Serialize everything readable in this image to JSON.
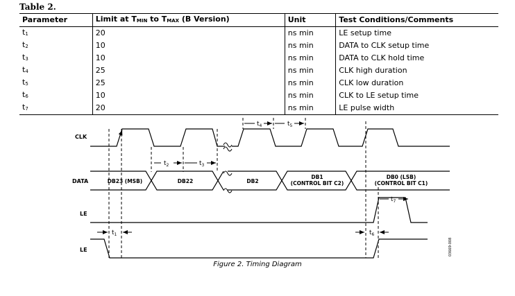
{
  "table": {
    "title": "Table 2.",
    "headers": {
      "parameter": "Parameter",
      "limit_prefix": "Limit at T",
      "limit_min": "MIN",
      "limit_to": " to T",
      "limit_max": "MAX",
      "limit_suffix": " (B Version)",
      "unit": "Unit",
      "conditions": "Test Conditions/Comments"
    },
    "rows": [
      {
        "param": "t",
        "sub": "1",
        "limit": "20",
        "unit": "ns min",
        "cond": "LE setup time"
      },
      {
        "param": "t",
        "sub": "2",
        "limit": "10",
        "unit": "ns min",
        "cond": "DATA to CLK setup time"
      },
      {
        "param": "t",
        "sub": "3",
        "limit": "10",
        "unit": "ns min",
        "cond": "DATA to CLK hold time"
      },
      {
        "param": "t",
        "sub": "4",
        "limit": "25",
        "unit": "ns min",
        "cond": "CLK high duration"
      },
      {
        "param": "t",
        "sub": "5",
        "limit": "25",
        "unit": "ns min",
        "cond": "CLK low duration"
      },
      {
        "param": "t",
        "sub": "6",
        "limit": "10",
        "unit": "ns min",
        "cond": "CLK to LE setup time"
      },
      {
        "param": "t",
        "sub": "7",
        "limit": "20",
        "unit": "ns min",
        "cond": "LE pulse width"
      }
    ]
  },
  "diagram": {
    "signals": {
      "clk": "CLK",
      "data": "DATA",
      "le_top": "LE",
      "le_bottom": "LE"
    },
    "data_fields": {
      "db23": "DB23 (MSB)",
      "db22": "DB22",
      "db2": "DB2",
      "db1_line1": "DB1",
      "db1_line2": "(CONTROL BIT C2)",
      "db0_line1": "DB0 (LSB)",
      "db0_line2": "(CONTROL BIT C1)"
    },
    "timing": {
      "t": "t",
      "s1": "1",
      "s2": "2",
      "s3": "3",
      "s4": "4",
      "s5": "5",
      "s6": "6",
      "s7": "7"
    },
    "side_code": "03669-008",
    "caption": "Figure 2. Timing Diagram"
  }
}
